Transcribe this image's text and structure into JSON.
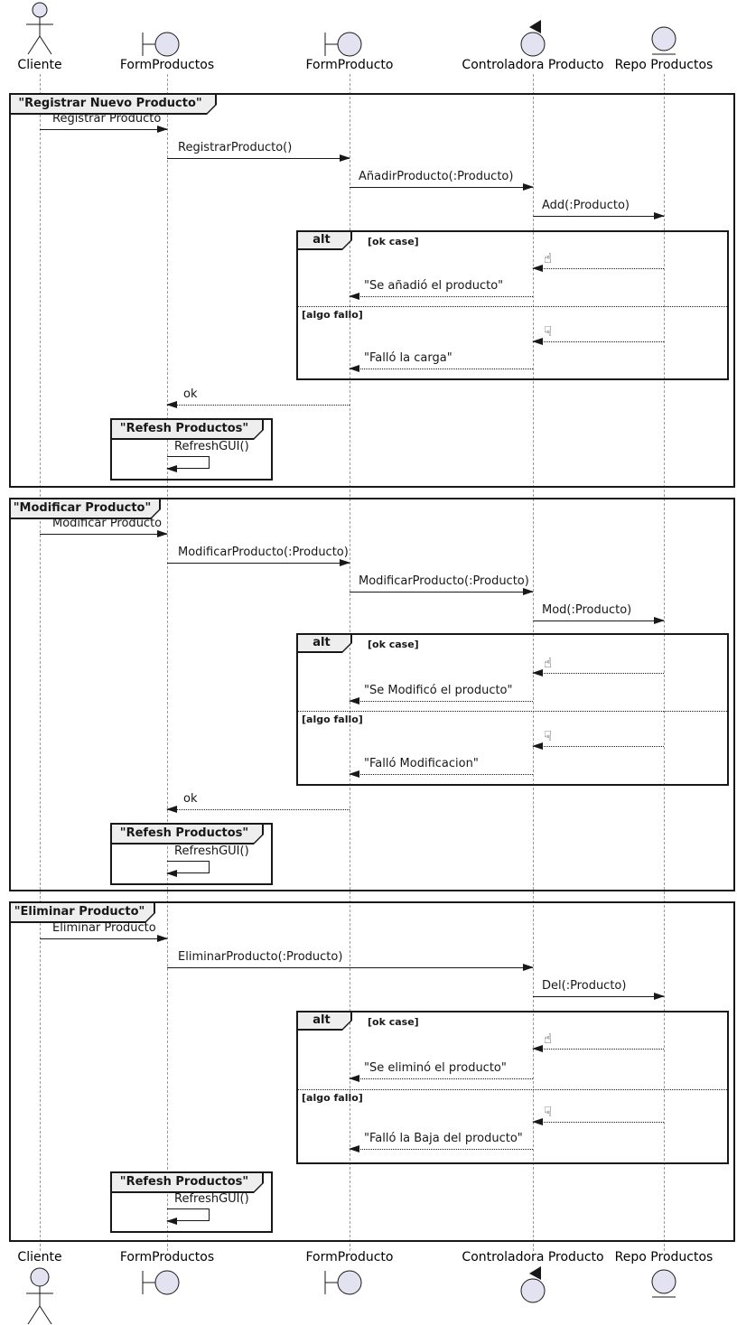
{
  "participants": [
    {
      "label": "Cliente",
      "type": "actor"
    },
    {
      "label": "FormProductos",
      "type": "boundary"
    },
    {
      "label": "FormProducto",
      "type": "boundary"
    },
    {
      "label": "Controladora Producto",
      "type": "control"
    },
    {
      "label": "Repo Productos",
      "type": "entity"
    }
  ],
  "alt_label": "alt",
  "guards": {
    "ok": "[ok case]",
    "fail": "[algo fallo]"
  },
  "icons": {
    "thumbs_up": "☝",
    "thumbs_down": "☟"
  },
  "colors": {
    "background": "#FFFFFF",
    "participant_fill": "#E2E2F0",
    "stroke": "#181818",
    "tab_fill": "#EEEEEE",
    "lifeline": "#9A9A9A"
  },
  "s1": {
    "title": "\"Registrar Nuevo Producto\"",
    "m1": "Registrar Producto",
    "m2": "RegistrarProducto()",
    "m3": "AñadirProducto(:Producto)",
    "m4": "Add(:Producto)",
    "ok_reply": "\"Se añadió el producto\"",
    "fail_reply": "\"Falló la carga\"",
    "ret": "ok",
    "refresh_title": "\"Refesh Productos\"",
    "refresh_msg": "RefreshGUI()"
  },
  "s2": {
    "title": "\"Modificar Producto\"",
    "m1": "Modificar Producto",
    "m2": "ModificarProducto(:Producto)",
    "m3": "ModificarProducto(:Producto)",
    "m4": "Mod(:Producto)",
    "ok_reply": "\"Se Modificó el producto\"",
    "fail_reply": "\"Falló Modificacion\"",
    "ret": "ok",
    "refresh_title": "\"Refesh Productos\"",
    "refresh_msg": "RefreshGUI()"
  },
  "s3": {
    "title": "\"Eliminar Producto\"",
    "m1": "Eliminar Producto",
    "m2": "EliminarProducto(:Producto)",
    "m3": "Del(:Producto)",
    "ok_reply": "\"Se eliminó el producto\"",
    "fail_reply": "\"Falló la Baja del producto\"",
    "refresh_title": "\"Refesh Productos\"",
    "refresh_msg": "RefreshGUI()"
  }
}
